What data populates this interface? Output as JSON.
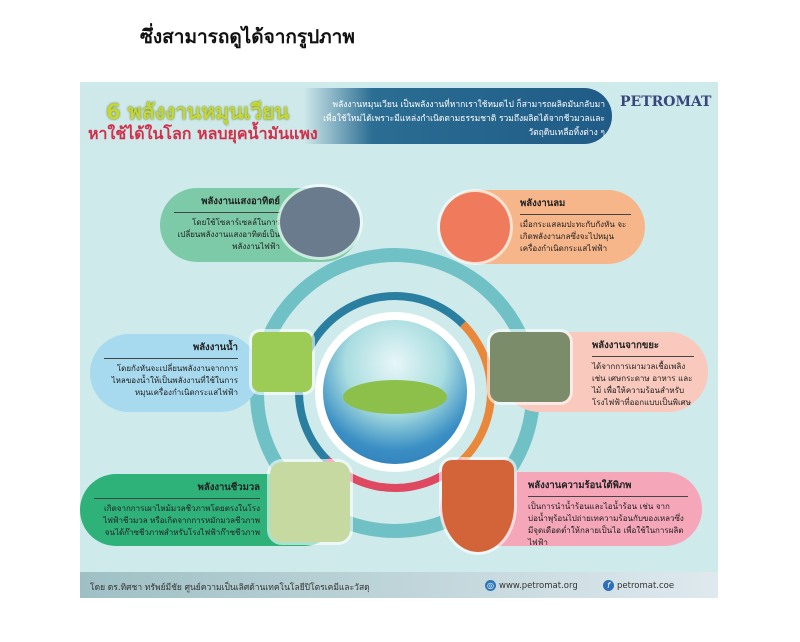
{
  "caption": "ซึ่งสามารถดูได้จากรูปภาพ",
  "header": {
    "title": "6 พลังงานหมุนเวียน",
    "subtitle": "หาใช้ได้ในโลก หลบยุคน้ำมันแพง",
    "description": "พลังงานหมุนเวียน เป็นพลังงานที่หากเราใช้หมดไป ก็สามารถผลิตมันกลับมาเพื่อใช้ใหม่ได้เพราะมีแหล่งกำเนิดตามธรรมชาติ รวมถึงผลิตได้จากชีวมวลและวัตถุดิบเหลือทิ้งต่าง ๆ",
    "logo": "PETROMAT"
  },
  "panels": {
    "solar": {
      "title": "พลังงานแสงอาทิตย์",
      "text": "โดยใช้โซลาร์เซลล์ในการเปลี่ยนพลังงานแสงอาทิตย์เป็นพลังงานไฟฟ้า"
    },
    "wind": {
      "title": "พลังงานลม",
      "text": "เมื่อกระแสลมปะทะกับกังหัน จะเกิดพลังงานกลซึ่งจะไปหมุนเครื่องกำเนิดกระแสไฟฟ้า"
    },
    "water": {
      "title": "พลังงานน้ำ",
      "text": "โดยกังหันจะเปลี่ยนพลังงานจากการไหลของน้ำให้เป็นพลังงานที่ใช้ในการหมุนเครื่องกำเนิดกระแสไฟฟ้า"
    },
    "waste": {
      "title": "พลังงานจากขยะ",
      "text": "ได้จากการเผามวลเชื้อเพลิง เช่น เศษกระดาษ อาหาร และไม้ เพื่อให้ความร้อนสำหรับโรงไฟฟ้าที่ออกแบบเป็นพิเศษ"
    },
    "biomass": {
      "title": "พลังงานชีวมวล",
      "text": "เกิดจากการเผาไหม้มวลชีวภาพโดยตรงในโรงไฟฟ้าชีวมวล หรือเกิดจากการหมักมวลชีวภาพจนได้ก๊าซชีวภาพสำหรับโรงไฟฟ้าก๊าซชีวภาพ"
    },
    "geothermal": {
      "title": "พลังงานความร้อนใต้พิภพ",
      "text": "เป็นการนำน้ำร้อนและไอน้ำร้อน เช่น จากบ่อน้ำพุร้อนไปถ่ายเทความร้อนกับของเหลวซึ่งมีจุดเดือดต่ำให้กลายเป็นไอ เพื่อใช้ในการผลิตไฟฟ้า"
    }
  },
  "footer": {
    "credit": "โดย ดร.ทิศชา ทรัพย์มีชัย  ศูนย์ความเป็นเลิศด้านเทคโนโลยีปิโตรเคมีและวัสดุ",
    "website": "www.petromat.org",
    "facebook": "petromat.coe"
  }
}
